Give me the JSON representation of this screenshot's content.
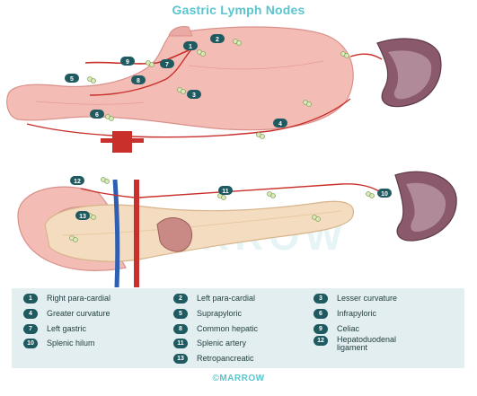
{
  "title": "Gastric Lymph Nodes",
  "watermark": "MARROW",
  "footer": "©MARROW",
  "legend": [
    {
      "num": "1",
      "label": "Right para-cardial"
    },
    {
      "num": "2",
      "label": "Left para-cardial"
    },
    {
      "num": "3",
      "label": "Lesser curvature"
    },
    {
      "num": "4",
      "label": "Greater curvature"
    },
    {
      "num": "5",
      "label": "Suprapyloric"
    },
    {
      "num": "6",
      "label": "Infrapyloric"
    },
    {
      "num": "7",
      "label": "Left gastric"
    },
    {
      "num": "8",
      "label": "Common hepatic"
    },
    {
      "num": "9",
      "label": "Celiac"
    },
    {
      "num": "10",
      "label": "Splenic hilum"
    },
    {
      "num": "11",
      "label": "Splenic artery"
    },
    {
      "num": "12",
      "label": "Hepatoduodenal ligament"
    },
    {
      "num": "13",
      "label": "Retropancreatic"
    }
  ],
  "colors": {
    "accent": "#5bc4cf",
    "badge": "#1e5a60",
    "legend_bg": "#e2eeef",
    "stomach": "#f2b7b1",
    "artery": "#c9302c",
    "vein": "#2e5fb0",
    "pancreas": "#f4dcc0",
    "spleen": "#7a4a5c"
  }
}
